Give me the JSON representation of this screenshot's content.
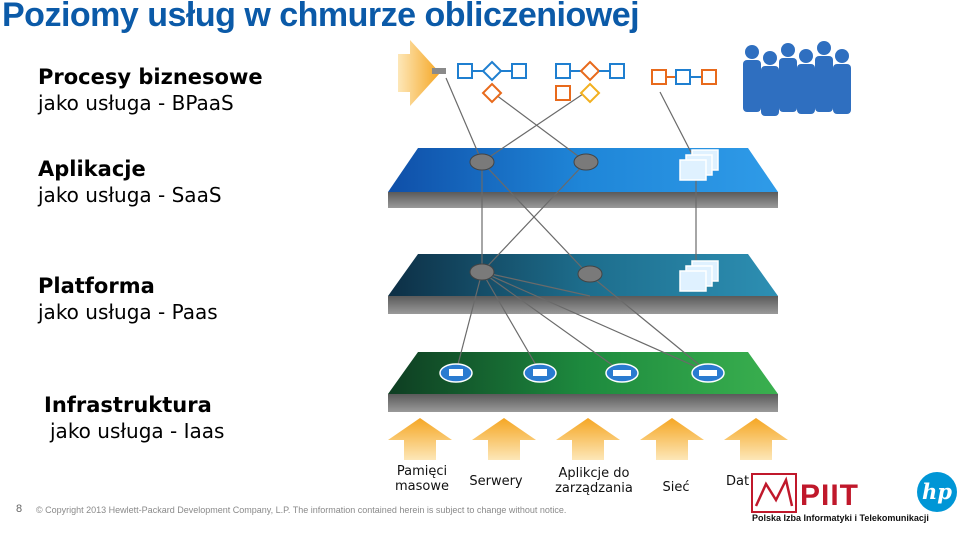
{
  "title": "Poziomy usług w chmurze obliczeniowej",
  "layers": [
    {
      "line1": "Procesy biznesowe",
      "line2": "jako usługa - BPaaS"
    },
    {
      "line1": "Aplikacje",
      "line2": "jako usługa - SaaS"
    },
    {
      "line1": "Platforma",
      "line2": "jako usługa - Paas"
    },
    {
      "line1": "Infrastruktura",
      "line2": "jako usługa -  Iaas"
    }
  ],
  "resources": [
    {
      "line1": "Pamięci",
      "line2": "masowe"
    },
    {
      "line1": "Serwery",
      "line2": ""
    },
    {
      "line1": "Aplikcje do",
      "line2": "zarządzania"
    },
    {
      "line1": "Sieć",
      "line2": ""
    },
    {
      "line1": "Dat",
      "line2": ""
    }
  ],
  "footer": {
    "page_number": "8",
    "copyright": "© Copyright 2013 Hewlett-Packard Development Company, L.P.  The information contained herein is subject to change without notice."
  },
  "logos": {
    "piit_name": "PIIT",
    "piit_full": "Polska Izba Informatyki i Telekomunikacji",
    "hp": "hp"
  },
  "colors": {
    "title": "#0b5aa8",
    "saas_layer": "#1f86d8",
    "paas_layer": "#1d6d8c",
    "iaas_layer": "#1d8a3e",
    "arrow": "#f2b34a",
    "piit_red": "#c0182b",
    "hp_blue": "#0096d6"
  }
}
